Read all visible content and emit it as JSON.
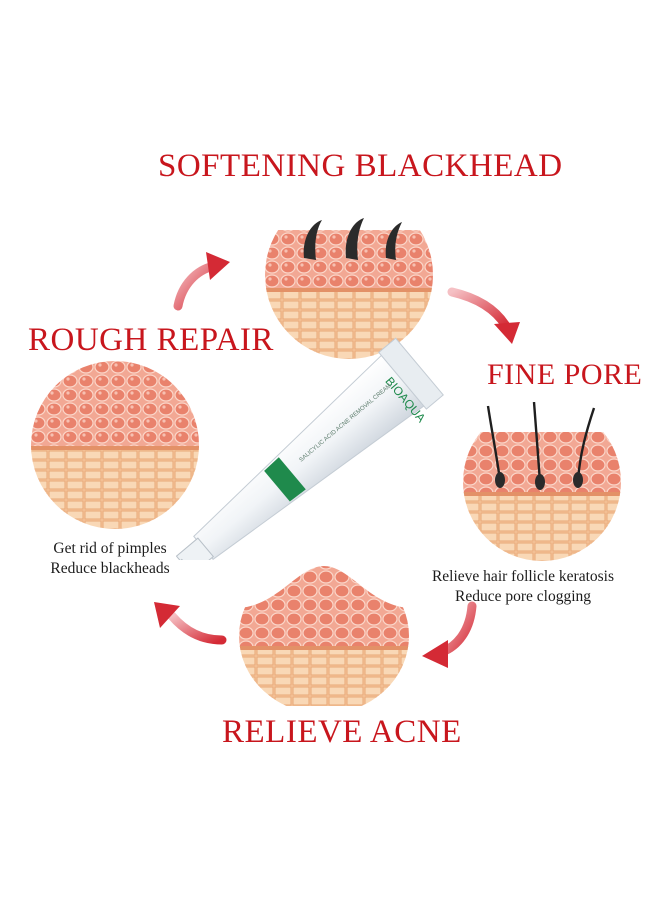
{
  "headings": {
    "top": "SOFTENING BLACKHEAD",
    "left": "ROUGH REPAIR",
    "right": "FINE PORE",
    "bottom": "RELIEVE ACNE"
  },
  "captions": {
    "left": [
      "Get rid of pimples",
      "Reduce blackheads"
    ],
    "right": [
      "Relieve hair follicle keratosis",
      "Reduce pore clogging"
    ]
  },
  "product": {
    "brand": "BIOAQUA",
    "name": "SALICYLIC ACID ACNE REMOVAL CREAM"
  },
  "colors": {
    "heading": "#c8161d",
    "arrow": "#d8323c",
    "skin_cell": "#e9826c",
    "tube_green": "#1f8a4c"
  }
}
